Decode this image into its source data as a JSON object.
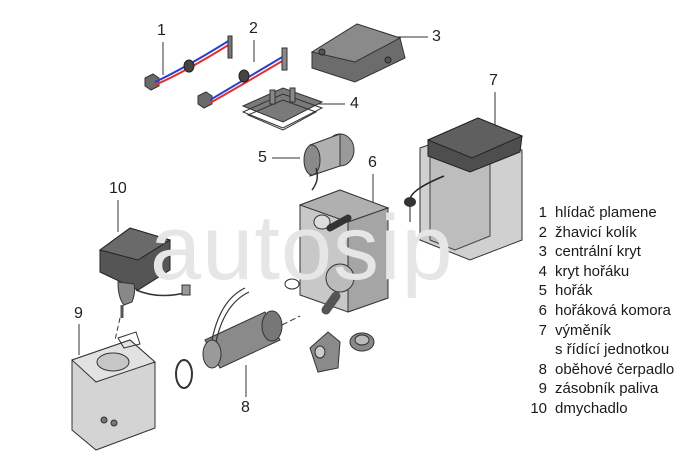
{
  "watermark": "autosip",
  "callouts": [
    {
      "num": "1"
    },
    {
      "num": "2"
    },
    {
      "num": "3"
    },
    {
      "num": "4"
    },
    {
      "num": "5"
    },
    {
      "num": "6"
    },
    {
      "num": "7"
    },
    {
      "num": "8"
    },
    {
      "num": "9"
    },
    {
      "num": "10"
    }
  ],
  "legend": [
    {
      "num": "1",
      "text": "hlídač plamene"
    },
    {
      "num": "2",
      "text": "žhavicí kolík"
    },
    {
      "num": "3",
      "text": "centrální kryt"
    },
    {
      "num": "4",
      "text": "kryt hořáku"
    },
    {
      "num": "5",
      "text": "hořák"
    },
    {
      "num": "6",
      "text": "hořáková komora"
    },
    {
      "num": "7",
      "text": "výměník"
    },
    {
      "num": "",
      "text": "s řídící jednotkou"
    },
    {
      "num": "8",
      "text": "oběhové čerpadlo"
    },
    {
      "num": "9",
      "text": "zásobník paliva"
    },
    {
      "num": "10",
      "text": "dmychadlo"
    }
  ],
  "colors": {
    "wire_blue": "#2a3fd0",
    "wire_red": "#e03030",
    "part_dark": "#5a5a5a",
    "part_mid": "#9a9a9a",
    "part_light": "#d6d6d6"
  }
}
